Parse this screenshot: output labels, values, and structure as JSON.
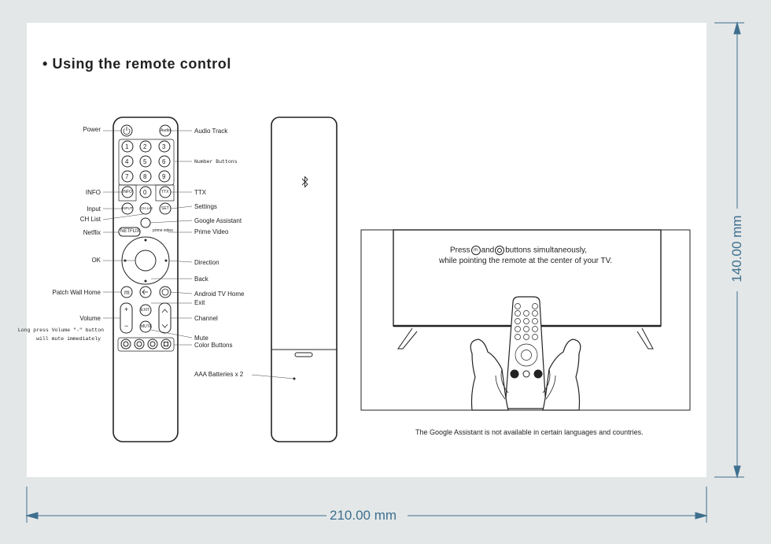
{
  "title": "Using  the  remote  control",
  "labels_left": {
    "power": "Power",
    "info": "INFO",
    "input": "Input",
    "ch_list": "CH List",
    "netflix": "Netflix",
    "ok": "OK",
    "patch_wall_home": "Patch Wall Home",
    "volume": "Volume",
    "long_press_1": "Long press Volume \"-\" button",
    "long_press_2": "will mute immediately"
  },
  "labels_right": {
    "audio_track": "Audio Track",
    "number_buttons": "Number Buttons",
    "ttx": "TTX",
    "settings": "Settings",
    "google_assistant": "Google Assistant",
    "prime_video": "Prime Video",
    "direction": "Direction",
    "back": "Back",
    "android_tv_home": "Android TV Home",
    "exit": "Exit",
    "channel": "Channel",
    "mute": "Mute",
    "color_buttons": "Color Buttons"
  },
  "remote_keys": {
    "audio": "Audio",
    "info": "INFO",
    "ttx": "TTX",
    "input": "INPUT",
    "chlist": "CH.List",
    "set": "SET",
    "netflix": "NETFLIX",
    "prime": "prime video",
    "exit": "EXIT",
    "mute": "MUTE",
    "m": "m",
    "plus": "+",
    "minus": "−",
    "digits": [
      "1",
      "2",
      "3",
      "4",
      "5",
      "6",
      "7",
      "8",
      "9",
      "0"
    ]
  },
  "batteries": "AAA Batteries x 2",
  "tv_instruction": {
    "press": "Press",
    "and": "and",
    "rest": "buttons simultaneously,",
    "line2": "while pointing the remote at the center of your TV."
  },
  "note": "The Google Assistant is not available in certain languages and countries.",
  "dimensions": {
    "width": "210.00 mm",
    "height": "140.00 mm"
  },
  "colors": {
    "dimension": "#3d6f8e",
    "page": "#ffffff",
    "background": "#e4e7e8",
    "line": "#222222"
  }
}
